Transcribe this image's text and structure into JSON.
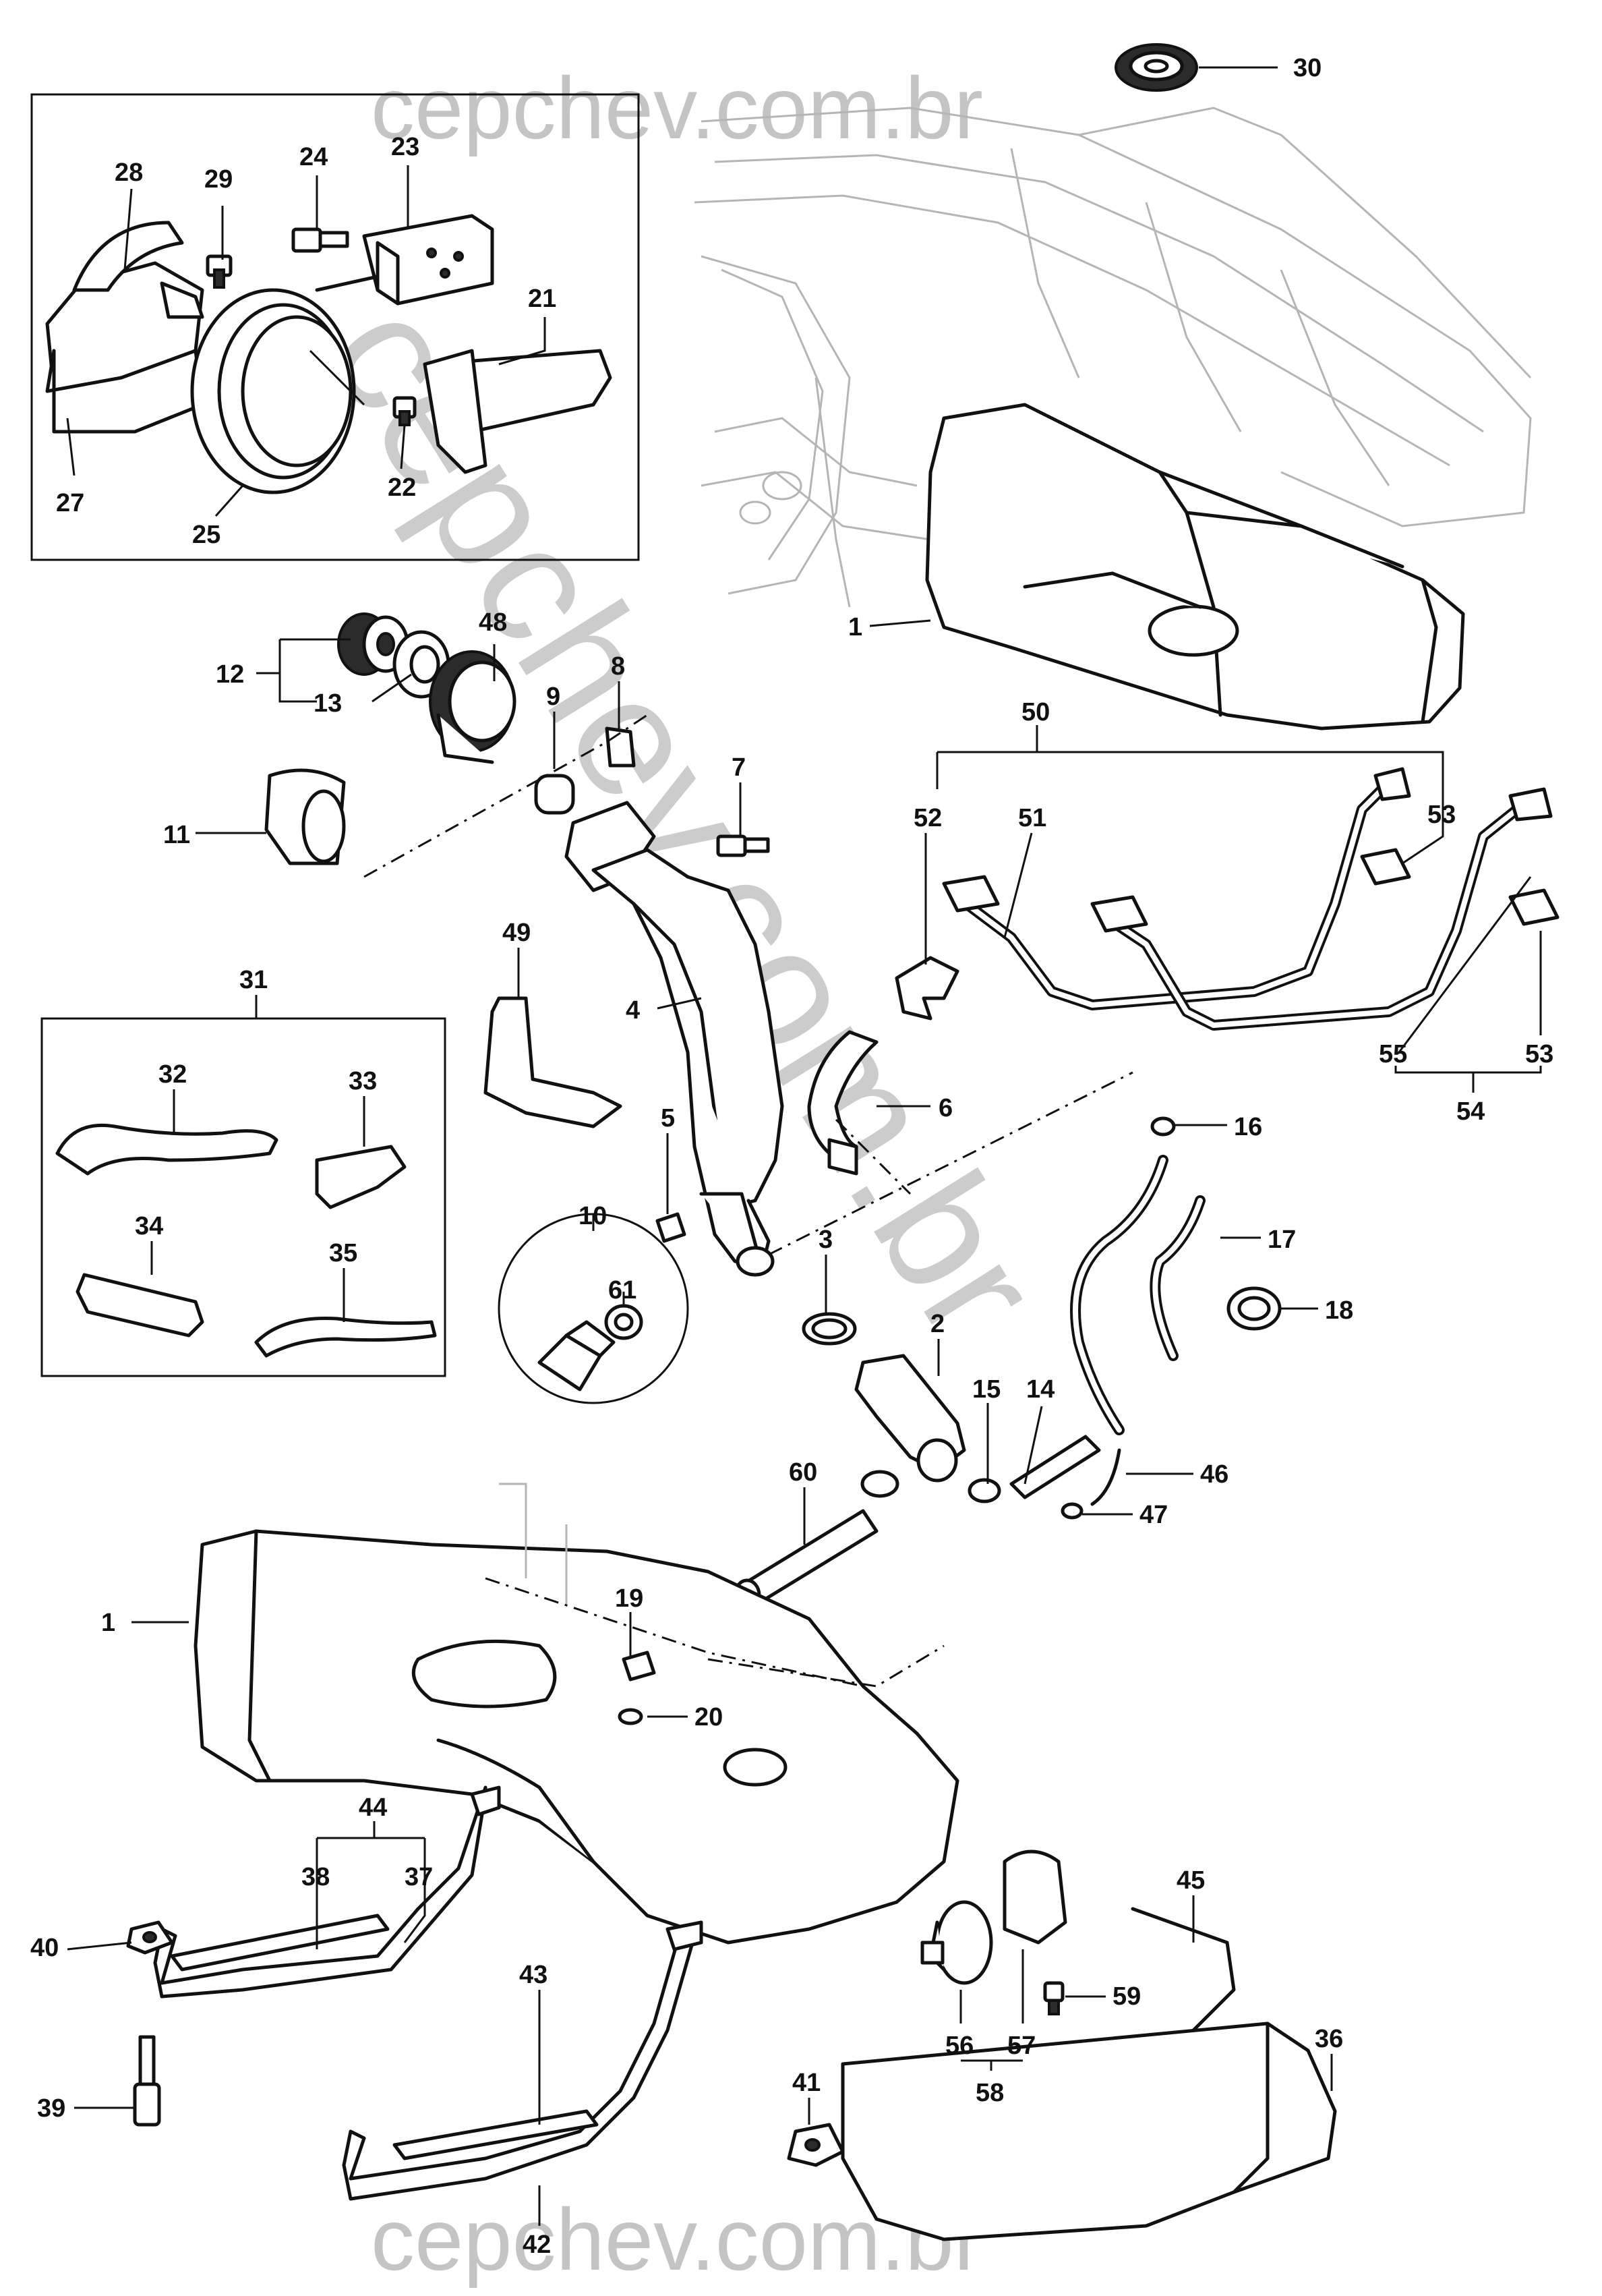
{
  "watermark": {
    "top": "cepchev.com.br",
    "bottom": "cepchev.com.br",
    "diagonal": "cepchev.com.br"
  },
  "parts": [
    {
      "id": "p30",
      "num": "30"
    },
    {
      "id": "p28",
      "num": "28"
    },
    {
      "id": "p29",
      "num": "29"
    },
    {
      "id": "p24",
      "num": "24"
    },
    {
      "id": "p23",
      "num": "23"
    },
    {
      "id": "p21",
      "num": "21"
    },
    {
      "id": "p27",
      "num": "27"
    },
    {
      "id": "p25",
      "num": "25"
    },
    {
      "id": "p22",
      "num": "22"
    },
    {
      "id": "p1a",
      "num": "1"
    },
    {
      "id": "p48",
      "num": "48"
    },
    {
      "id": "p12",
      "num": "12"
    },
    {
      "id": "p13",
      "num": "13"
    },
    {
      "id": "p9",
      "num": "9"
    },
    {
      "id": "p8",
      "num": "8"
    },
    {
      "id": "p50",
      "num": "50"
    },
    {
      "id": "p52",
      "num": "52"
    },
    {
      "id": "p51",
      "num": "51"
    },
    {
      "id": "p53a",
      "num": "53"
    },
    {
      "id": "p11",
      "num": "11"
    },
    {
      "id": "p7",
      "num": "7"
    },
    {
      "id": "p49",
      "num": "49"
    },
    {
      "id": "p31",
      "num": "31"
    },
    {
      "id": "p4",
      "num": "4"
    },
    {
      "id": "p55",
      "num": "55"
    },
    {
      "id": "p53b",
      "num": "53"
    },
    {
      "id": "p54",
      "num": "54"
    },
    {
      "id": "p32",
      "num": "32"
    },
    {
      "id": "p33",
      "num": "33"
    },
    {
      "id": "p6",
      "num": "6"
    },
    {
      "id": "p16",
      "num": "16"
    },
    {
      "id": "p5",
      "num": "5"
    },
    {
      "id": "p34",
      "num": "34"
    },
    {
      "id": "p35",
      "num": "35"
    },
    {
      "id": "p10",
      "num": "10"
    },
    {
      "id": "p17",
      "num": "17"
    },
    {
      "id": "p3",
      "num": "3"
    },
    {
      "id": "p61",
      "num": "61"
    },
    {
      "id": "p18",
      "num": "18"
    },
    {
      "id": "p2",
      "num": "2"
    },
    {
      "id": "p15",
      "num": "15"
    },
    {
      "id": "p14",
      "num": "14"
    },
    {
      "id": "p60",
      "num": "60"
    },
    {
      "id": "p46",
      "num": "46"
    },
    {
      "id": "p47",
      "num": "47"
    },
    {
      "id": "p1b",
      "num": "1"
    },
    {
      "id": "p19",
      "num": "19"
    },
    {
      "id": "p20",
      "num": "20"
    },
    {
      "id": "p44",
      "num": "44"
    },
    {
      "id": "p38",
      "num": "38"
    },
    {
      "id": "p37",
      "num": "37"
    },
    {
      "id": "p45",
      "num": "45"
    },
    {
      "id": "p40",
      "num": "40"
    },
    {
      "id": "p43",
      "num": "43"
    },
    {
      "id": "p59",
      "num": "59"
    },
    {
      "id": "p56",
      "num": "56"
    },
    {
      "id": "p57",
      "num": "57"
    },
    {
      "id": "p58",
      "num": "58"
    },
    {
      "id": "p36",
      "num": "36"
    },
    {
      "id": "p41",
      "num": "41"
    },
    {
      "id": "p39",
      "num": "39"
    },
    {
      "id": "p42",
      "num": "42"
    }
  ]
}
